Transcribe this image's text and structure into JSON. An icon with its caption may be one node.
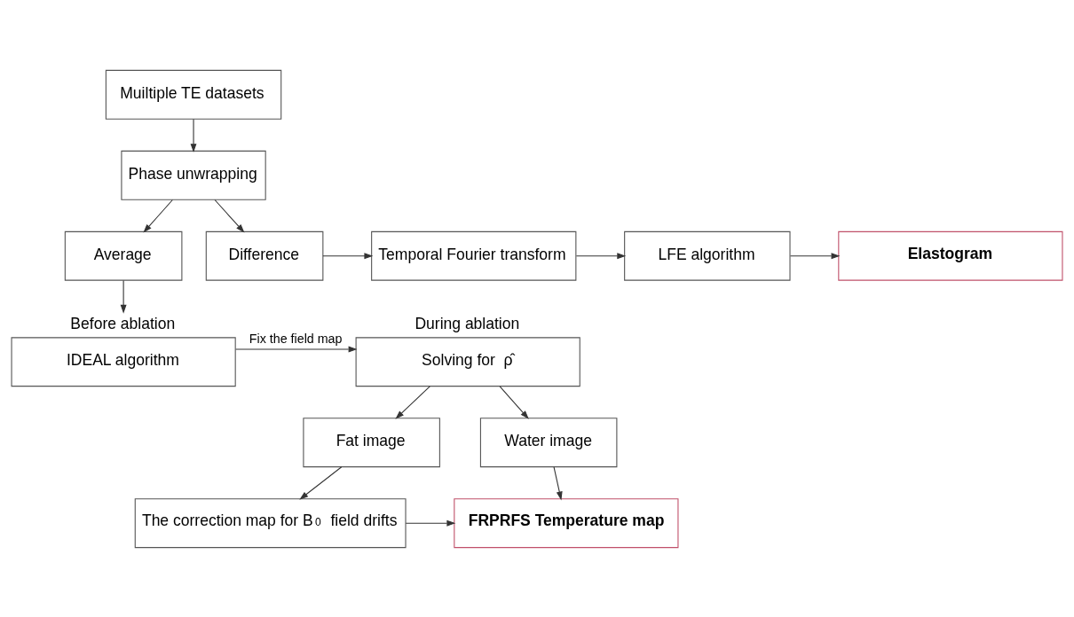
{
  "diagram": {
    "nodes": [
      {
        "text": [
          "Muiltiple TE datasets"
        ]
      },
      {
        "text": [
          "Phase unwrapping"
        ]
      },
      {
        "text": [
          "Average"
        ]
      },
      {
        "text": [
          "Difference"
        ]
      },
      {
        "text": [
          "Temporal Fourier transform"
        ]
      },
      {
        "text": [
          "LFE algorithm"
        ]
      },
      {
        "text": [
          "Elastogram"
        ]
      },
      {
        "text": [
          "IDEAL algorithm"
        ],
        "beside": [
          "Before ablation"
        ]
      },
      {
        "text": [
          "Solving for  ρ̂"
        ],
        "beside": [
          "During ablation"
        ]
      },
      {
        "text": [
          "Fat image"
        ]
      },
      {
        "text": [
          "Water image"
        ]
      },
      {
        "text": [
          "The correction map for B$_{0}$ field drifts"
        ]
      },
      {
        "text": [
          "FRPRFS Temperature map"
        ]
      }
    ],
    "edges": [
      {
        "from": 0,
        "to": 1,
        "arrow": "to"
      },
      {
        "from": 1,
        "to": 2,
        "arrow": "to"
      },
      {
        "from": 1,
        "to": 3,
        "arrow": "to"
      },
      {
        "from": 3,
        "to": 4,
        "arrow": "to"
      },
      {
        "from": 4,
        "to": 5,
        "arrow": "to"
      },
      {
        "from": 5,
        "to": 6,
        "arrow": "to"
      },
      {
        "from": 2,
        "to": 7,
        "arrow": "to"
      },
      {
        "from": 7,
        "to": 8,
        "arrow": "to",
        "label": "Fix the field map"
      },
      {
        "from": 8,
        "to": 9,
        "arrow": "to"
      },
      {
        "from": 8,
        "to": 10,
        "arrow": "to"
      },
      {
        "from": 9,
        "to": 11,
        "arrow": "to"
      },
      {
        "from": 10,
        "to": 12,
        "arrow": "to"
      },
      {
        "from": 11,
        "to": 12,
        "arrow": "to"
      }
    ]
  }
}
